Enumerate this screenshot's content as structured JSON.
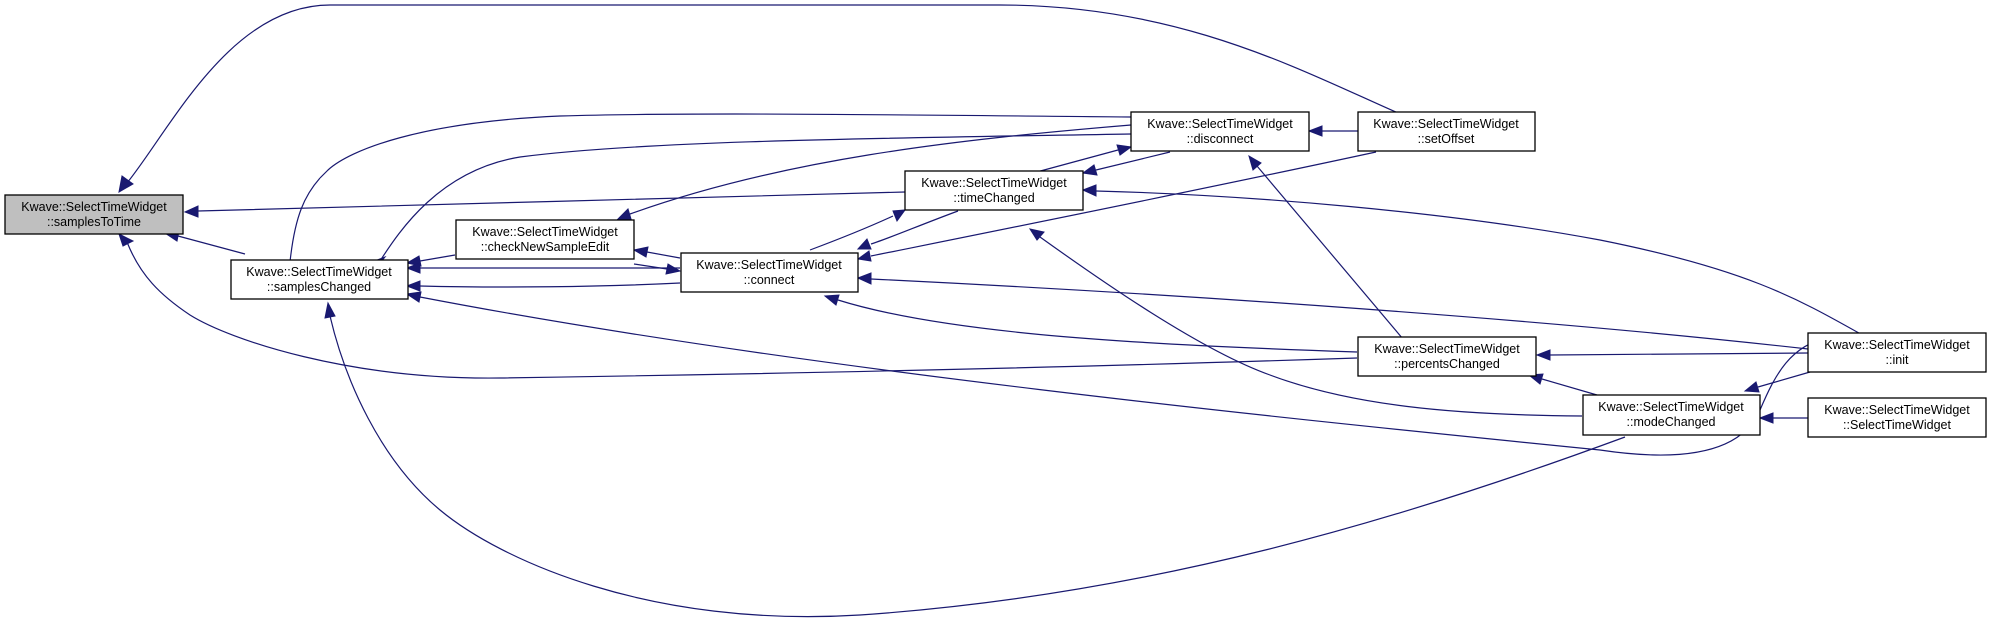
{
  "colors": {
    "edge": "#191970",
    "node_fill": "#ffffff",
    "focus_fill": "#bfbfbf",
    "node_border": "#000000"
  },
  "nodes": [
    {
      "id": "samplesToTime",
      "line1": "Kwave::SelectTimeWidget",
      "line2": "::samplesToTime",
      "highlighted": true
    },
    {
      "id": "samplesChanged",
      "line1": "Kwave::SelectTimeWidget",
      "line2": "::samplesChanged"
    },
    {
      "id": "checkNewSampleEdit",
      "line1": "Kwave::SelectTimeWidget",
      "line2": "::checkNewSampleEdit"
    },
    {
      "id": "connect",
      "line1": "Kwave::SelectTimeWidget",
      "line2": "::connect"
    },
    {
      "id": "timeChanged",
      "line1": "Kwave::SelectTimeWidget",
      "line2": "::timeChanged"
    },
    {
      "id": "disconnect",
      "line1": "Kwave::SelectTimeWidget",
      "line2": "::disconnect"
    },
    {
      "id": "setOffset",
      "line1": "Kwave::SelectTimeWidget",
      "line2": "::setOffset"
    },
    {
      "id": "percentsChanged",
      "line1": "Kwave::SelectTimeWidget",
      "line2": "::percentsChanged"
    },
    {
      "id": "modeChanged",
      "line1": "Kwave::SelectTimeWidget",
      "line2": "::modeChanged"
    },
    {
      "id": "init",
      "line1": "Kwave::SelectTimeWidget",
      "line2": "::init"
    },
    {
      "id": "SelectTimeWidget",
      "line1": "Kwave::SelectTimeWidget",
      "line2": "::SelectTimeWidget"
    }
  ]
}
